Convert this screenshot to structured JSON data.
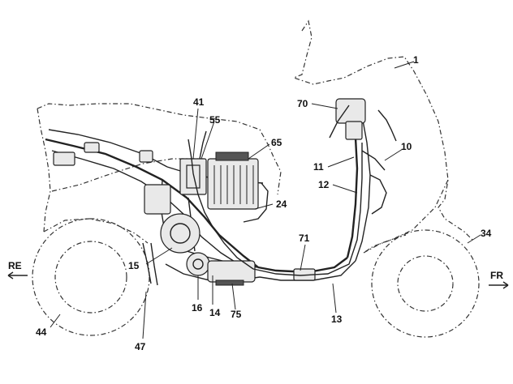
{
  "diagram": {
    "callouts": {
      "c1": "1",
      "c10": "10",
      "c11": "11",
      "c12": "12",
      "c13": "13",
      "c14": "14",
      "c15": "15",
      "c16": "16",
      "c24": "24",
      "c34": "34",
      "c41": "41",
      "c44": "44",
      "c47": "47",
      "c55": "55",
      "c65": "65",
      "c70": "70",
      "c71": "71",
      "c75": "75"
    },
    "direction_rear": "RE",
    "direction_front": "FR"
  }
}
